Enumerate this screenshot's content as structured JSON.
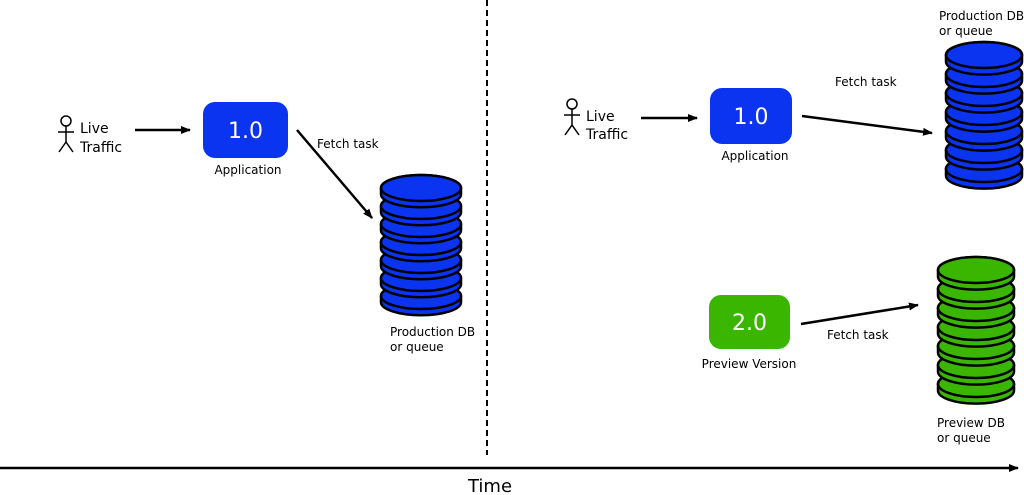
{
  "colors": {
    "production": "#0a34f0",
    "preview": "#3ab500",
    "line": "#000000"
  },
  "before": {
    "traffic_label": [
      "Live",
      "Traffic"
    ],
    "app_version": "1.0",
    "app_label": "Application",
    "fetch_label": "Fetch task",
    "db_label": [
      "Production DB",
      "or queue"
    ]
  },
  "after": {
    "traffic_label": [
      "Live",
      "Traffic"
    ],
    "app_version": "1.0",
    "app_label": "Application",
    "fetch_label": "Fetch task",
    "db_label": [
      "Production DB",
      "or queue"
    ],
    "preview_version": "2.0",
    "preview_label": "Preview Version",
    "preview_fetch_label": "Fetch task",
    "preview_db_label": [
      "Preview DB",
      "or queue"
    ]
  },
  "timeline": {
    "label": "Time"
  }
}
